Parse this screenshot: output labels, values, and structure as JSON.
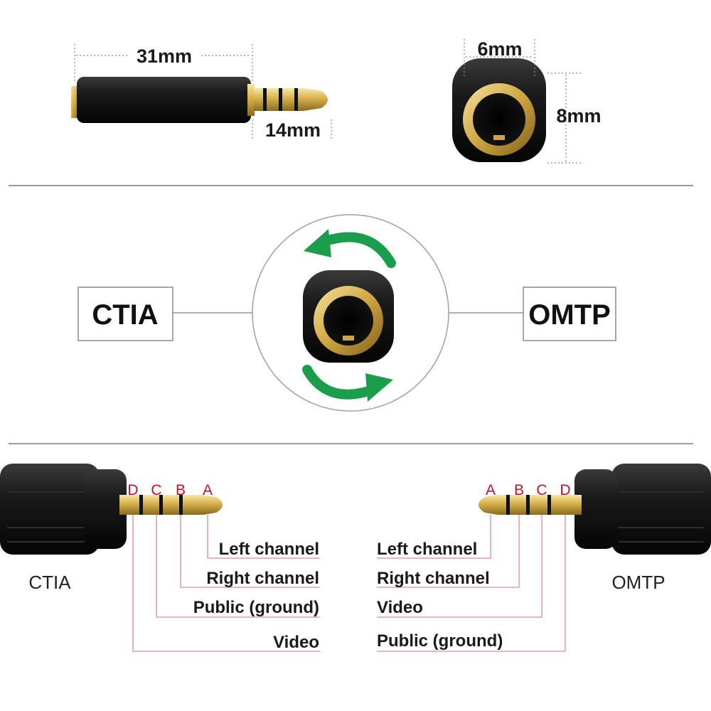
{
  "dimensions": {
    "length": "31mm",
    "plug_length": "14mm",
    "inner_diameter": "6mm",
    "outer_diameter": "8mm"
  },
  "switch": {
    "left_label": "CTIA",
    "right_label": "OMTP"
  },
  "ctia": {
    "name": "CTIA",
    "letters": [
      "D",
      "C",
      "B",
      "A"
    ],
    "channels": [
      "Left channel",
      "Right channel",
      "Public (ground)",
      "Video"
    ]
  },
  "omtp": {
    "name": "OMTP",
    "letters": [
      "A",
      "B",
      "C",
      "D"
    ],
    "channels": [
      "Left channel",
      "Right channel",
      "Video",
      "Public (ground)"
    ]
  },
  "colors": {
    "accent_red": "#c8102e",
    "arrow_green": "#1b9e4b",
    "gold": "#d8b24a",
    "body_black": "#161616"
  }
}
